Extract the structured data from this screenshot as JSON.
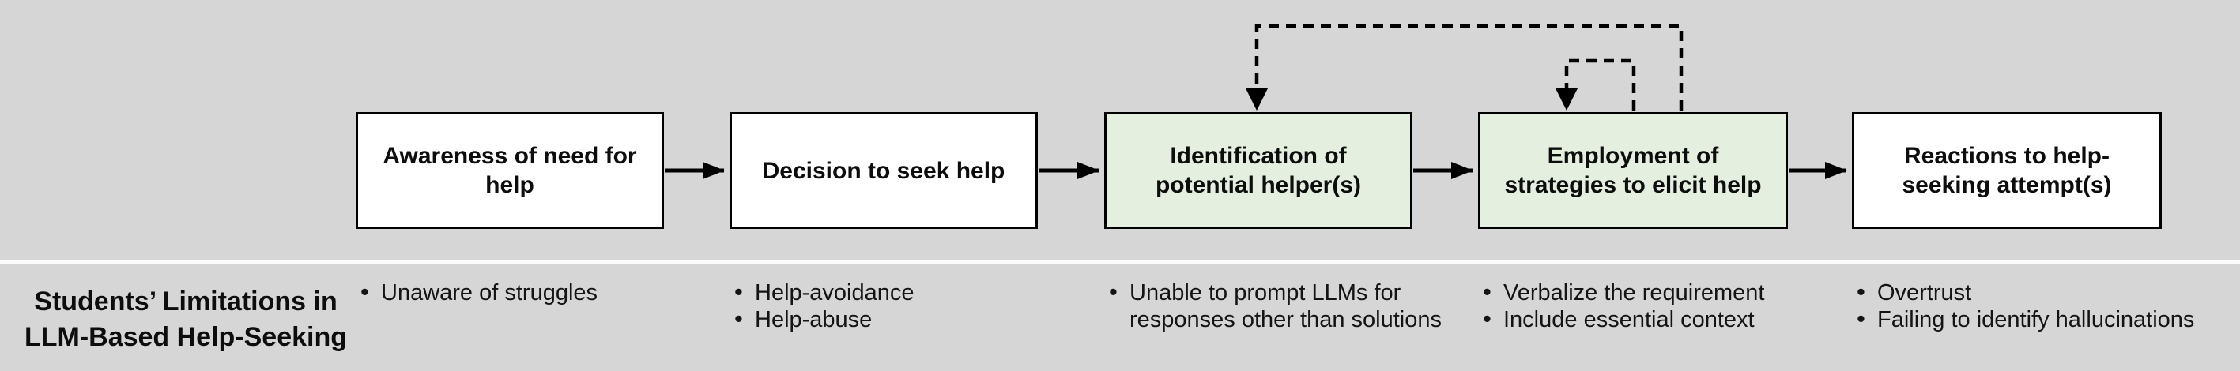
{
  "diagram": {
    "stages": [
      {
        "id": "awareness",
        "label": "Awareness of need for\nhelp",
        "highlighted": false
      },
      {
        "id": "decision",
        "label": "Decision to seek help",
        "highlighted": false
      },
      {
        "id": "identification",
        "label": "Identification of\npotential helper(s)",
        "highlighted": true
      },
      {
        "id": "employment",
        "label": "Employment of\nstrategies to elicit help",
        "highlighted": true
      },
      {
        "id": "reactions",
        "label": "Reactions to help-\nseeking attempt(s)",
        "highlighted": false
      }
    ],
    "connections": {
      "solid_arrows": "each stage points to the next stage",
      "dashed_feedback": [
        "Employment of strategies to elicit help -> Identification of potential helper(s)",
        "Employment of strategies to elicit help -> itself (retry loop)"
      ]
    },
    "colors": {
      "background": "#d6d6d6",
      "box_fill": "#ffffff",
      "highlight_fill": "#e4efe0",
      "stroke": "#000000",
      "separator": "#fbfbfb",
      "text": "#0d0d0d"
    }
  },
  "limitations": {
    "row_label": "Students’ Limitations in\nLLM-Based Help-Seeking",
    "columns": [
      {
        "stage": "awareness",
        "bullets": [
          "Unaware of struggles"
        ]
      },
      {
        "stage": "decision",
        "bullets": [
          "Help-avoidance",
          "Help-abuse"
        ]
      },
      {
        "stage": "identification",
        "bullets": [
          "Unable to prompt LLMs for\nresponses other than solutions"
        ]
      },
      {
        "stage": "employment",
        "bullets": [
          "Verbalize the requirement",
          "Include essential context"
        ]
      },
      {
        "stage": "reactions",
        "bullets": [
          "Overtrust",
          "Failing to identify hallucinations"
        ]
      }
    ]
  }
}
